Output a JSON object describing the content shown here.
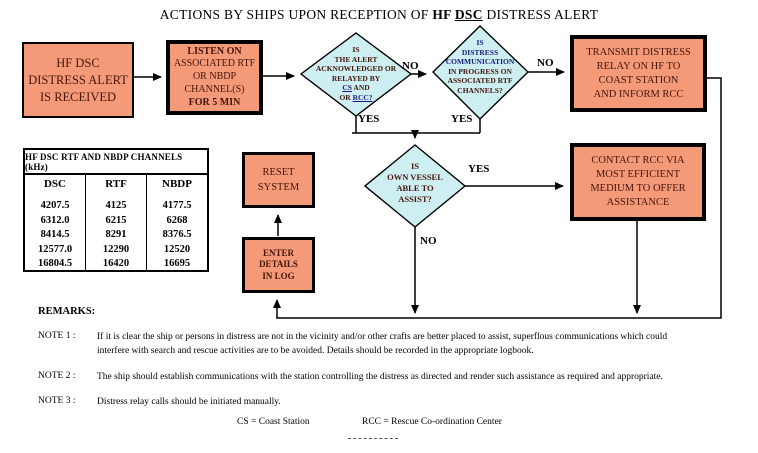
{
  "title": {
    "prefix": "ACTIONS BY SHIPS UPON RECEPTION OF",
    "hf": "HF",
    "dsc": "DSC",
    "suffix": "DISTRESS ALERT"
  },
  "colors": {
    "box_fill": "#f49a79",
    "diamond_fill": "#cdeff2",
    "box_text": "#46140a",
    "navy_text": "#1b1b7e",
    "line": "#000000"
  },
  "boxes": {
    "received": {
      "lines": [
        "HF DSC",
        "DISTRESS ALERT",
        "IS RECEIVED"
      ]
    },
    "listen": {
      "lines": [
        "LISTEN ON",
        "ASSOCIATED RTF",
        "OR NBDP",
        "CHANNEL(S)",
        "FOR 5 MIN"
      ]
    },
    "transmit": {
      "lines": [
        "TRANSMIT DISTRESS",
        "RELAY ON HF TO",
        "COAST STATION",
        "AND INFORM RCC"
      ]
    },
    "contact": {
      "lines": [
        "CONTACT RCC VIA",
        "MOST EFFICIENT",
        "MEDIUM TO OFFER",
        "ASSISTANCE"
      ]
    },
    "reset": {
      "lines": [
        "RESET",
        "SYSTEM"
      ]
    },
    "log": {
      "lines": [
        "ENTER",
        "DETAILS",
        "IN LOG"
      ]
    }
  },
  "diamonds": {
    "ack": {
      "lines": [
        "IS",
        "THE ALERT",
        "ACKNOWLEDGED OR",
        "RELAYED BY"
      ],
      "cs": "CS",
      "cs_rest": "AND",
      "or": "OR",
      "rcc": "RCC?"
    },
    "comm": {
      "lines": [
        "IS",
        "DISTRESS",
        "COMMUNICATION",
        "IN PROGRESS ON",
        "ASSOCIATED RTF",
        "CHANNELS?"
      ]
    },
    "assist": {
      "lines": [
        "IS",
        "OWN  VESSEL",
        "ABLE  TO",
        "ASSIST?"
      ]
    }
  },
  "labels": {
    "yes1": "YES",
    "yes2": "YES",
    "yes3": "YES",
    "no1": "NO",
    "no2": "NO",
    "no3": "NO"
  },
  "table": {
    "title": "HF DSC RTF AND NBDP CHANNELS (kHz)",
    "headers": [
      "DSC",
      "RTF",
      "NBDP"
    ],
    "rows": [
      [
        "4207.5",
        "4125",
        "4177.5"
      ],
      [
        "6312.0",
        "6215",
        "6268"
      ],
      [
        "8414.5",
        "8291",
        "8376.5"
      ],
      [
        "12577.0",
        "12290",
        "12520"
      ],
      [
        "16804.5",
        "16420",
        "16695"
      ]
    ]
  },
  "remarks": {
    "heading": "REMARKS:",
    "notes": [
      {
        "label": "NOTE 1 :",
        "line1": "If it is clear the ship or persons in distress are not in the vicinity and/or other crafts are better placed to assist, superflous communications which could",
        "line2": "interfere with search and rescue activities are to be avoided. Details should be recorded in the appropriate logbook."
      },
      {
        "label": "NOTE 2 :",
        "line1": "The ship should establish communications with the station controlling the distress as directed and render such assistance as required and appropriate.",
        "line2": ""
      },
      {
        "label": "NOTE 3 :",
        "line1": "Distress relay calls should be initiated manually.",
        "line2": ""
      }
    ],
    "legend_cs": "CS = Coast Station",
    "legend_rcc": "RCC =  Rescue Co-ordination Center"
  }
}
